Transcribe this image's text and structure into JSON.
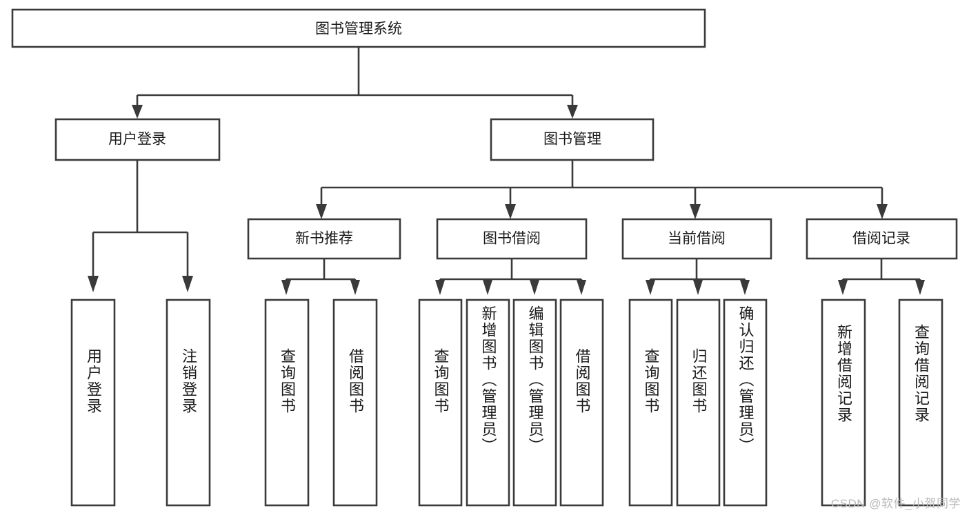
{
  "diagram": {
    "type": "tree",
    "title": "图书管理系统",
    "watermark": "CSDN @软件_小贺同学",
    "colors": {
      "stroke": "#3a3a3a",
      "box_fill": "#ffffff",
      "text": "#1a1a1a",
      "watermark": "#b9b9b9",
      "background": "#ffffff"
    },
    "root": {
      "label": "图书管理系统"
    },
    "level2": [
      {
        "label": "用户登录"
      },
      {
        "label": "图书管理"
      }
    ],
    "level3": [
      {
        "label": "新书推荐"
      },
      {
        "label": "图书借阅"
      },
      {
        "label": "当前借阅"
      },
      {
        "label": "借阅记录"
      }
    ],
    "leaves": {
      "user_login": [
        {
          "label": "用户登录"
        },
        {
          "label": "注销登录"
        }
      ],
      "new_book_recommend": [
        {
          "label": "查询图书"
        },
        {
          "label": "借阅图书"
        }
      ],
      "book_borrow": [
        {
          "label": "查询图书"
        },
        {
          "label": "新增图书（管理员）"
        },
        {
          "label": "编辑图书（管理员）"
        },
        {
          "label": "借阅图书"
        }
      ],
      "current_borrow": [
        {
          "label": "查询图书"
        },
        {
          "label": "归还图书"
        },
        {
          "label": "确认归还（管理员）"
        }
      ],
      "borrow_record": [
        {
          "label": "新增借阅记录"
        },
        {
          "label": "查询借阅记录"
        }
      ]
    }
  }
}
